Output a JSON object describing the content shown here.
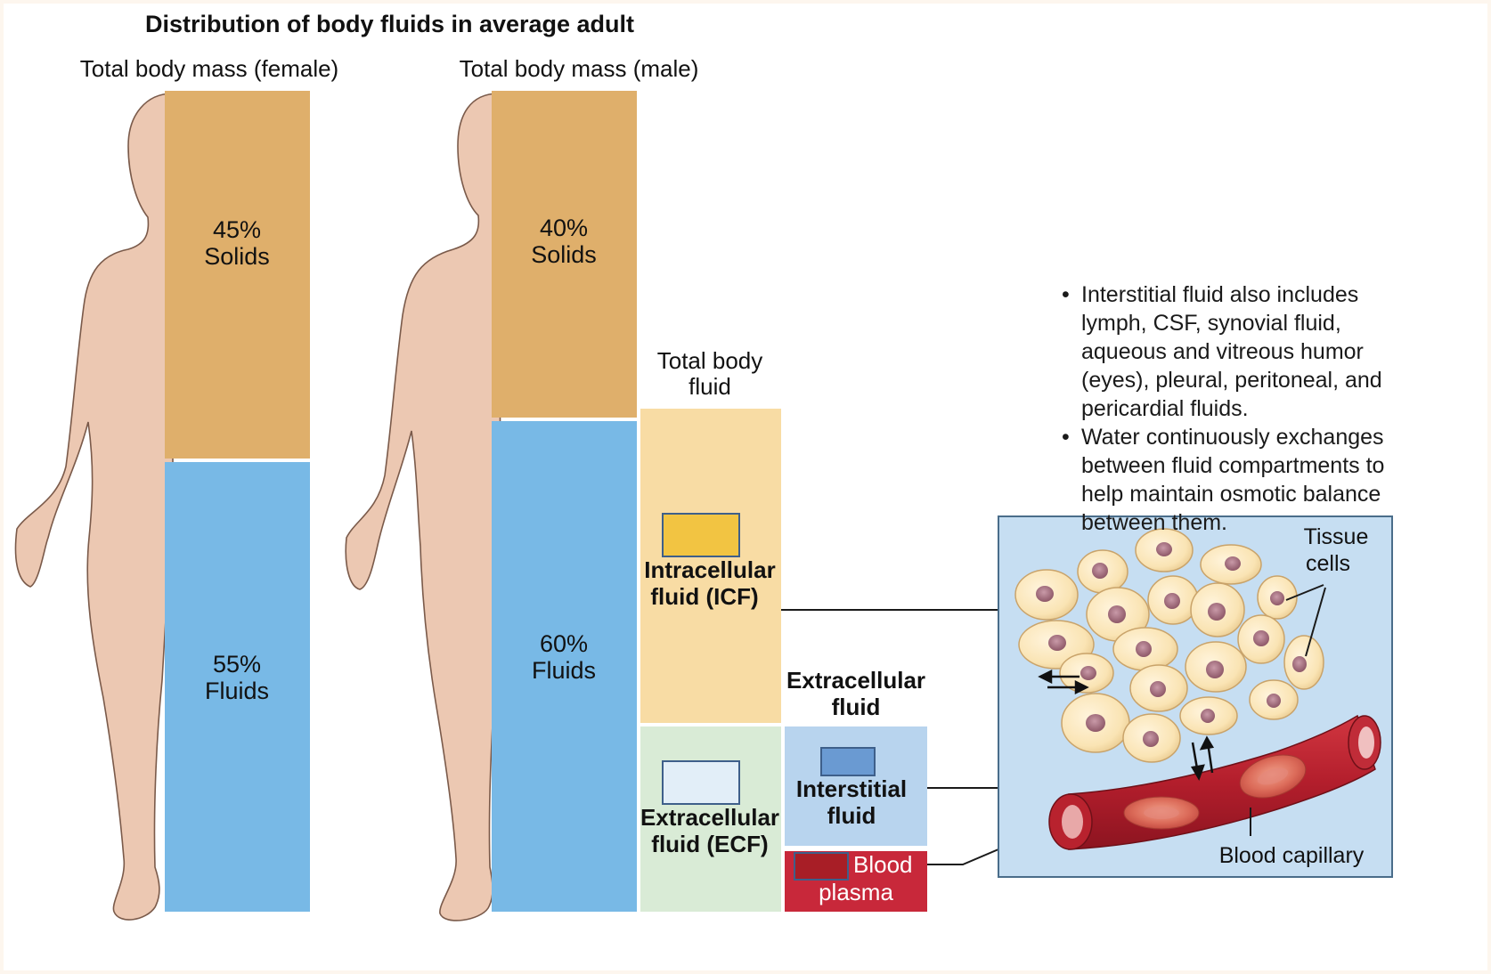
{
  "title": "Distribution of body fluids in average adult",
  "colors": {
    "solids": "#dfaf6b",
    "fluids": "#78b9e6",
    "icf": "#f8dca4",
    "ecf": "#d9ebd6",
    "interstitial": "#b8d4ee",
    "plasma": "#c8283a",
    "skin": "#ecc8b2",
    "inset_bg": "#c6def2"
  },
  "female": {
    "header": "Total body mass (female)",
    "solids_pct": "45%",
    "solids_label": "Solids",
    "fluids_pct": "55%",
    "fluids_label": "Fluids",
    "solids_value": 45,
    "fluids_value": 55
  },
  "male": {
    "header": "Total body mass (male)",
    "solids_pct": "40%",
    "solids_label": "Solids",
    "fluids_pct": "60%",
    "fluids_label": "Fluids",
    "solids_value": 40,
    "fluids_value": 60
  },
  "tbf": {
    "header_line1": "Total body",
    "header_line2": "fluid",
    "icf_line1": "Intracellular",
    "icf_line2": "fluid (ICF)",
    "ecf_line1": "Extracellular",
    "ecf_line2": "fluid (ECF)"
  },
  "ecf_breakdown": {
    "header_line1": "Extracellular",
    "header_line2": "fluid",
    "interstitial_line1": "Interstitial",
    "interstitial_line2": "fluid",
    "plasma_line1": "Blood",
    "plasma_line2": "plasma"
  },
  "notes": [
    [
      "Interstitial fluid also includes",
      "lymph, CSF, synovial fluid,",
      "aqueous and vitreous humor",
      "(eyes), pleural, peritoneal, and",
      "pericardial fluids."
    ],
    [
      "Water continuously exchanges",
      "between fluid compartments to",
      "help maintain osmotic balance",
      "between them."
    ]
  ],
  "bullet": "•",
  "inset": {
    "tissue_line1": "Tissue",
    "tissue_line2": "cells",
    "capillary_label": "Blood capillary"
  }
}
